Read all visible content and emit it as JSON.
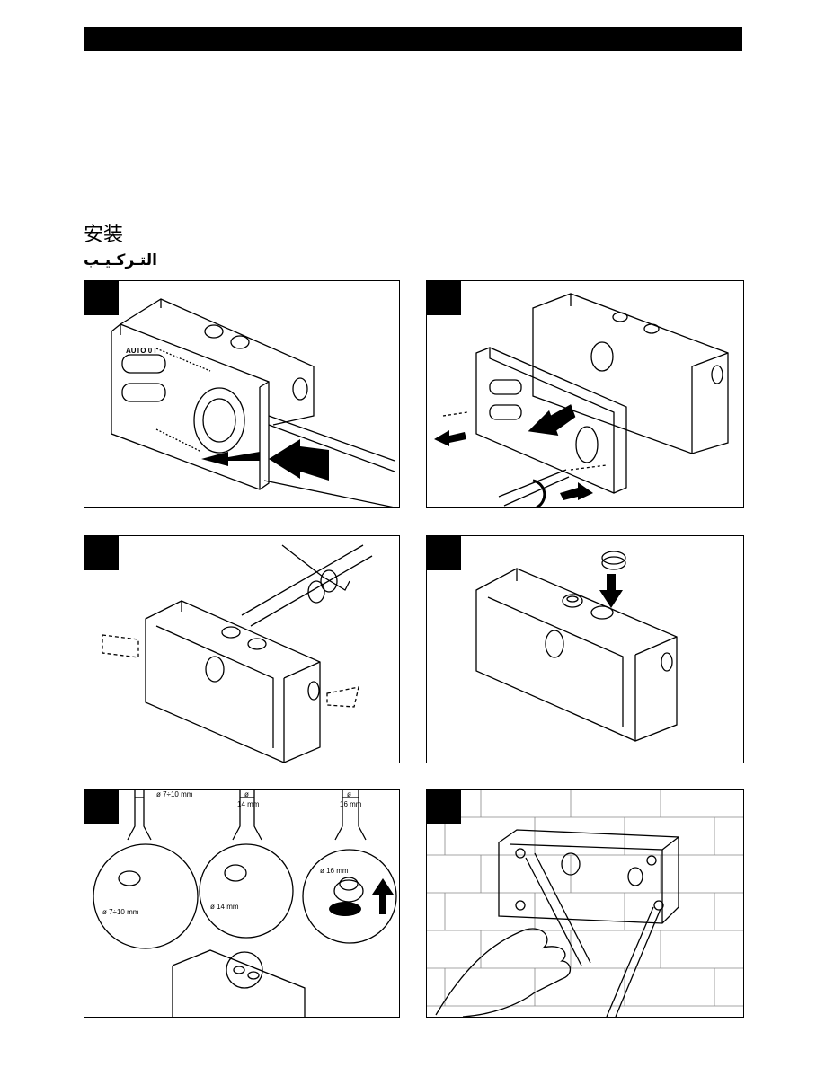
{
  "heading": {
    "chinese": "安装",
    "arabic": "التـركـيـب"
  },
  "panel1": {
    "mode_label": "AUTO  0  I"
  },
  "panel5": {
    "cable1_dim": "ø 7÷10 mm",
    "cable2_dim_top": "ø",
    "cable2_dim_bottom": "14 mm",
    "cable3_dim_top": "ø",
    "cable3_dim_bottom": "16 mm",
    "circle1_label": "ø 7÷10 mm",
    "circle2_label": "ø 14 mm",
    "circle3_label": "ø 16 mm"
  }
}
